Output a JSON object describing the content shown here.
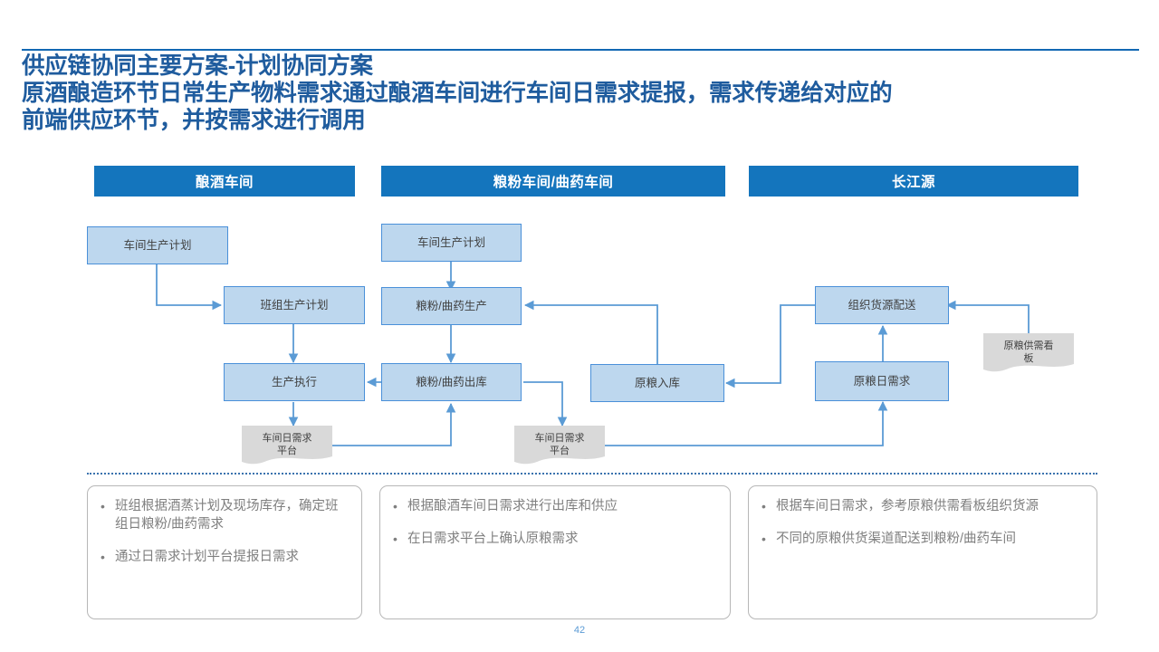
{
  "slide": {
    "title_line1": "供应链协同主要方案-计划协同方案",
    "title_line2": "原酒酿造环节日常生产物料需求通过酿酒车间进行车间日需求提报，需求传递给对应的",
    "title_line3": "前端供应环节，并按需求进行调用",
    "page_number": "42",
    "accent_color": "#1F5C9E",
    "rule_color": "#1268B3",
    "header_bar_color": "#1475BD",
    "box_fill_color": "#BDD7EE",
    "box_border_color": "#4A90D9",
    "wave_fill_color": "#D9D9D9",
    "connector_color": "#5B9BD5",
    "note_text_color": "#7F7F7F",
    "page_number_color": "#5B9BD5"
  },
  "columns": [
    {
      "label": "酿酒车间"
    },
    {
      "label": "粮粉车间/曲药车间"
    },
    {
      "label": "长江源"
    }
  ],
  "process_boxes": [
    {
      "id": "brew-workshop-plan",
      "label": "车间生产计划"
    },
    {
      "id": "team-production-plan",
      "label": "班组生产计划"
    },
    {
      "id": "production-execution",
      "label": "生产执行"
    },
    {
      "id": "grain-workshop-plan",
      "label": "车间生产计划"
    },
    {
      "id": "grain-qu-production",
      "label": "粮粉/曲药生产"
    },
    {
      "id": "grain-qu-outbound",
      "label": "粮粉/曲药出库"
    },
    {
      "id": "raw-grain-inbound",
      "label": "原粮入库"
    },
    {
      "id": "organize-supply",
      "label": "组织货源配送"
    },
    {
      "id": "raw-grain-daily",
      "label": "原粮日需求"
    }
  ],
  "wave_shapes": [
    {
      "id": "daily-demand-platform-left",
      "line1": "车间日需求",
      "line2": "平台"
    },
    {
      "id": "daily-demand-platform-mid",
      "line1": "车间日需求",
      "line2": "平台"
    },
    {
      "id": "raw-grain-kanban",
      "line1": "原粮供需看",
      "line2": "板"
    }
  ],
  "note_cards": [
    {
      "id": "note-brew-workshop",
      "bullets": [
        "班组根据酒蒸计划及现场库存，确定班组日粮粉/曲药需求",
        "通过日需求计划平台提报日需求"
      ]
    },
    {
      "id": "note-grain-workshop",
      "bullets": [
        "根据酿酒车间日需求进行出库和供应",
        "在日需求平台上确认原粮需求"
      ]
    },
    {
      "id": "note-changjiangyuan",
      "bullets": [
        "根据车间日需求，参考原粮供需看板组织货源",
        "不同的原粮供货渠道配送到粮粉/曲药车间"
      ]
    }
  ]
}
